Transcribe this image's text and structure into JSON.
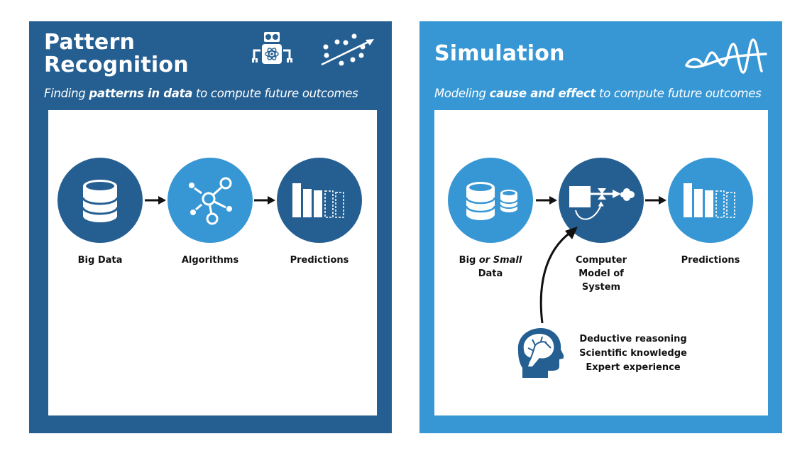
{
  "colors": {
    "dark_blue": "#255f91",
    "light_blue": "#3797d4",
    "inner_bg": "#ffffff",
    "text": "#111111"
  },
  "pattern_recognition": {
    "title_line1": "Pattern",
    "title_line2": "Recognition",
    "subtitle_pre": "Finding ",
    "subtitle_bold": "patterns in data",
    "subtitle_post": " to compute future outcomes",
    "header_icons": [
      "robot-icon",
      "scatter-trend-icon"
    ],
    "steps": [
      {
        "label": "Big Data",
        "icon": "database-icon"
      },
      {
        "label": "Algorithms",
        "icon": "network-icon"
      },
      {
        "label": "Predictions",
        "icon": "bar-chart-forecast-icon"
      }
    ]
  },
  "simulation": {
    "title": "Simulation",
    "subtitle_pre": "Modeling ",
    "subtitle_bold": "cause and effect",
    "subtitle_post": " to compute future outcomes",
    "header_icons": [
      "wave-icon"
    ],
    "steps": [
      {
        "label_pre": "Big ",
        "label_italic": "or Small",
        "label_line2": "Data",
        "icon": "databases-icon"
      },
      {
        "label_line1": "Computer",
        "label_line2": "Model of",
        "label_line3": "System",
        "icon": "stock-flow-model-icon"
      },
      {
        "label": "Predictions",
        "icon": "bar-chart-forecast-icon"
      }
    ],
    "expert_input": {
      "icon": "brain-head-icon",
      "lines": [
        "Deductive reasoning",
        "Scientific knowledge",
        "Expert experience"
      ]
    }
  }
}
